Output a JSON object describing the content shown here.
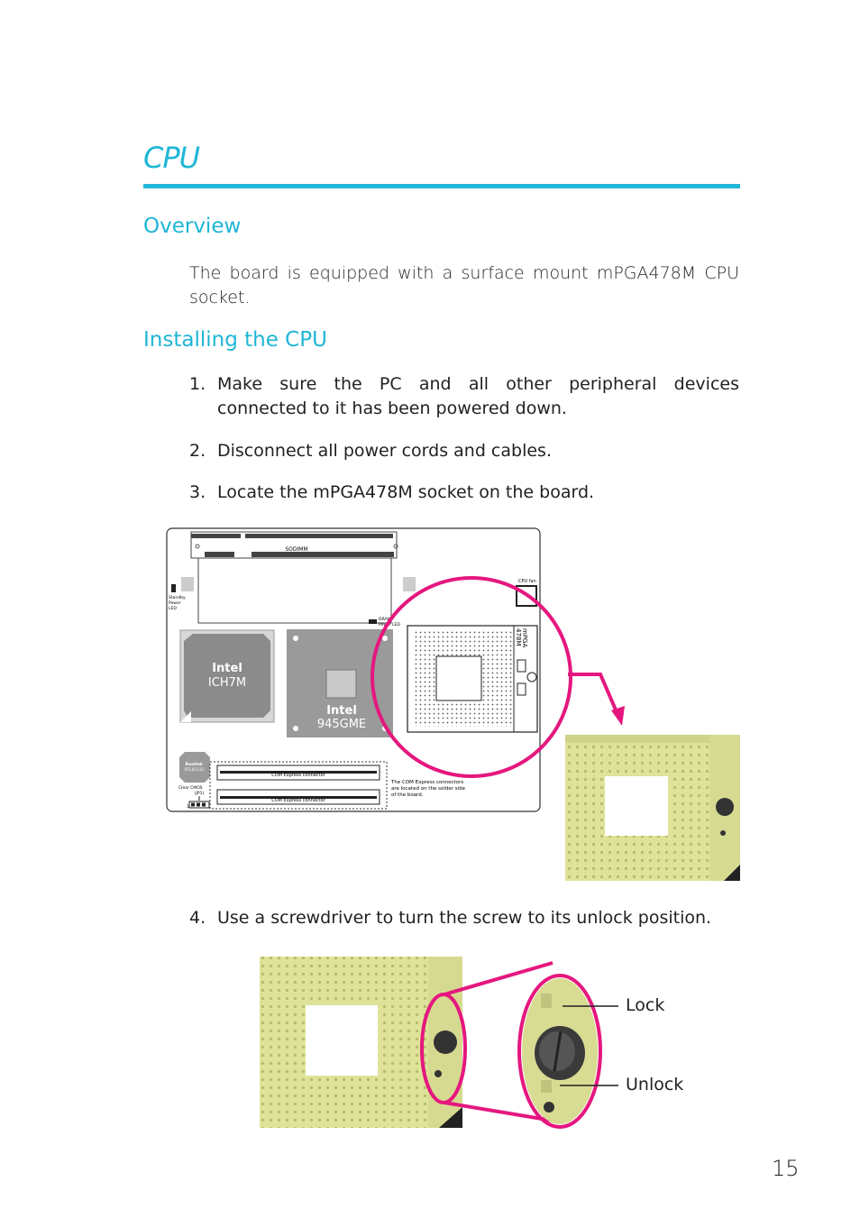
{
  "title": "CPU",
  "overview": {
    "heading": "Overview",
    "text": "The board is equipped with a surface mount mPGA478M CPU socket."
  },
  "installing": {
    "heading": "Installing the CPU",
    "steps": [
      {
        "num": "1.",
        "text": "Make sure the PC and all other peripheral devices connected to it has been powered down."
      },
      {
        "num": "2.",
        "text": "Disconnect all power cords and cables."
      },
      {
        "num": "3.",
        "text": "Locate the mPGA478M socket on the board."
      },
      {
        "num": "4.",
        "text": "Use a screwdriver to turn the screw to its unlock position."
      }
    ]
  },
  "board": {
    "sodimm": "SODIMM",
    "standby_led": [
      "Standby",
      "Power",
      "LED"
    ],
    "dram_led": [
      "DRAM",
      "Power LED"
    ],
    "cpu_fan": "CPU fan",
    "socket_label": [
      "mPGA",
      "478M"
    ],
    "ich_brand": "Intel",
    "ich_model": "ICH7M",
    "gmch_brand": "Intel",
    "gmch_model": "945GME",
    "realtek": [
      "Realtek",
      "RTL8111C"
    ],
    "clear_cmos": [
      "Clear CMOS",
      "(JP1)"
    ],
    "com_connector": "COM Express connector",
    "com_note": [
      "The COM Express connectors",
      "are located on the solder side",
      "of the board."
    ],
    "pin_one": "1"
  },
  "lock_label": "Lock",
  "unlock_label": "Unlock",
  "page_number": "15",
  "colors": {
    "accent": "#1fb6d6",
    "highlight": "#e5177f",
    "socket_yellow": "#dfe39a",
    "chip_gray": "#8b8b8b"
  }
}
